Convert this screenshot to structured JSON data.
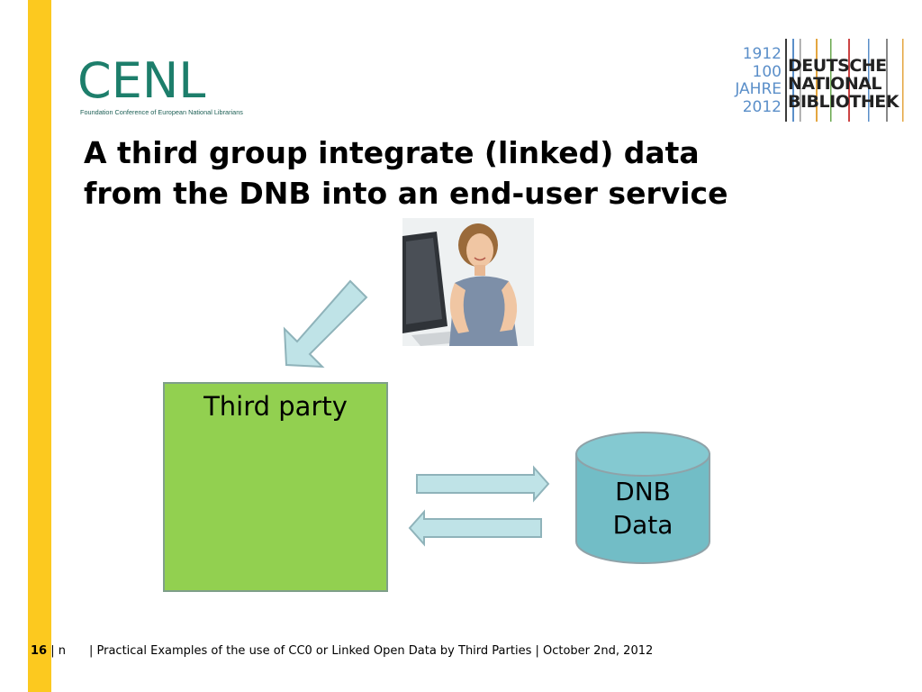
{
  "slide": {
    "title_line1": "A third group integrate (linked) data",
    "title_line2": "from the DNB into an end-user service"
  },
  "logos": {
    "cenl_word": "CENL",
    "cenl_tagline": "Foundation Conference of European National Librarians",
    "dnb_years": [
      "1912",
      "100",
      "JAHRE",
      "2012"
    ],
    "dnb_name": [
      "DEUTSCHE",
      "NATIONAL",
      "BIBLIOTHEK"
    ]
  },
  "diagram": {
    "third_party_label": "Third party",
    "dnb_line1": "DNB",
    "dnb_line2": "Data"
  },
  "footer": {
    "page_number": "16",
    "section": " | n",
    "text": "| Practical Examples of the use of CC0 or Linked Open Data by Third Parties | October 2nd, 2012"
  },
  "colors": {
    "side_bar": "#fcc91f",
    "cenl_green": "#1d7e6b",
    "third_party_fill": "#92d050",
    "cylinder_fill": "#72bdc6",
    "arrow_fill": "#bfe3e7",
    "arrow_stroke": "#8fb3ba"
  }
}
